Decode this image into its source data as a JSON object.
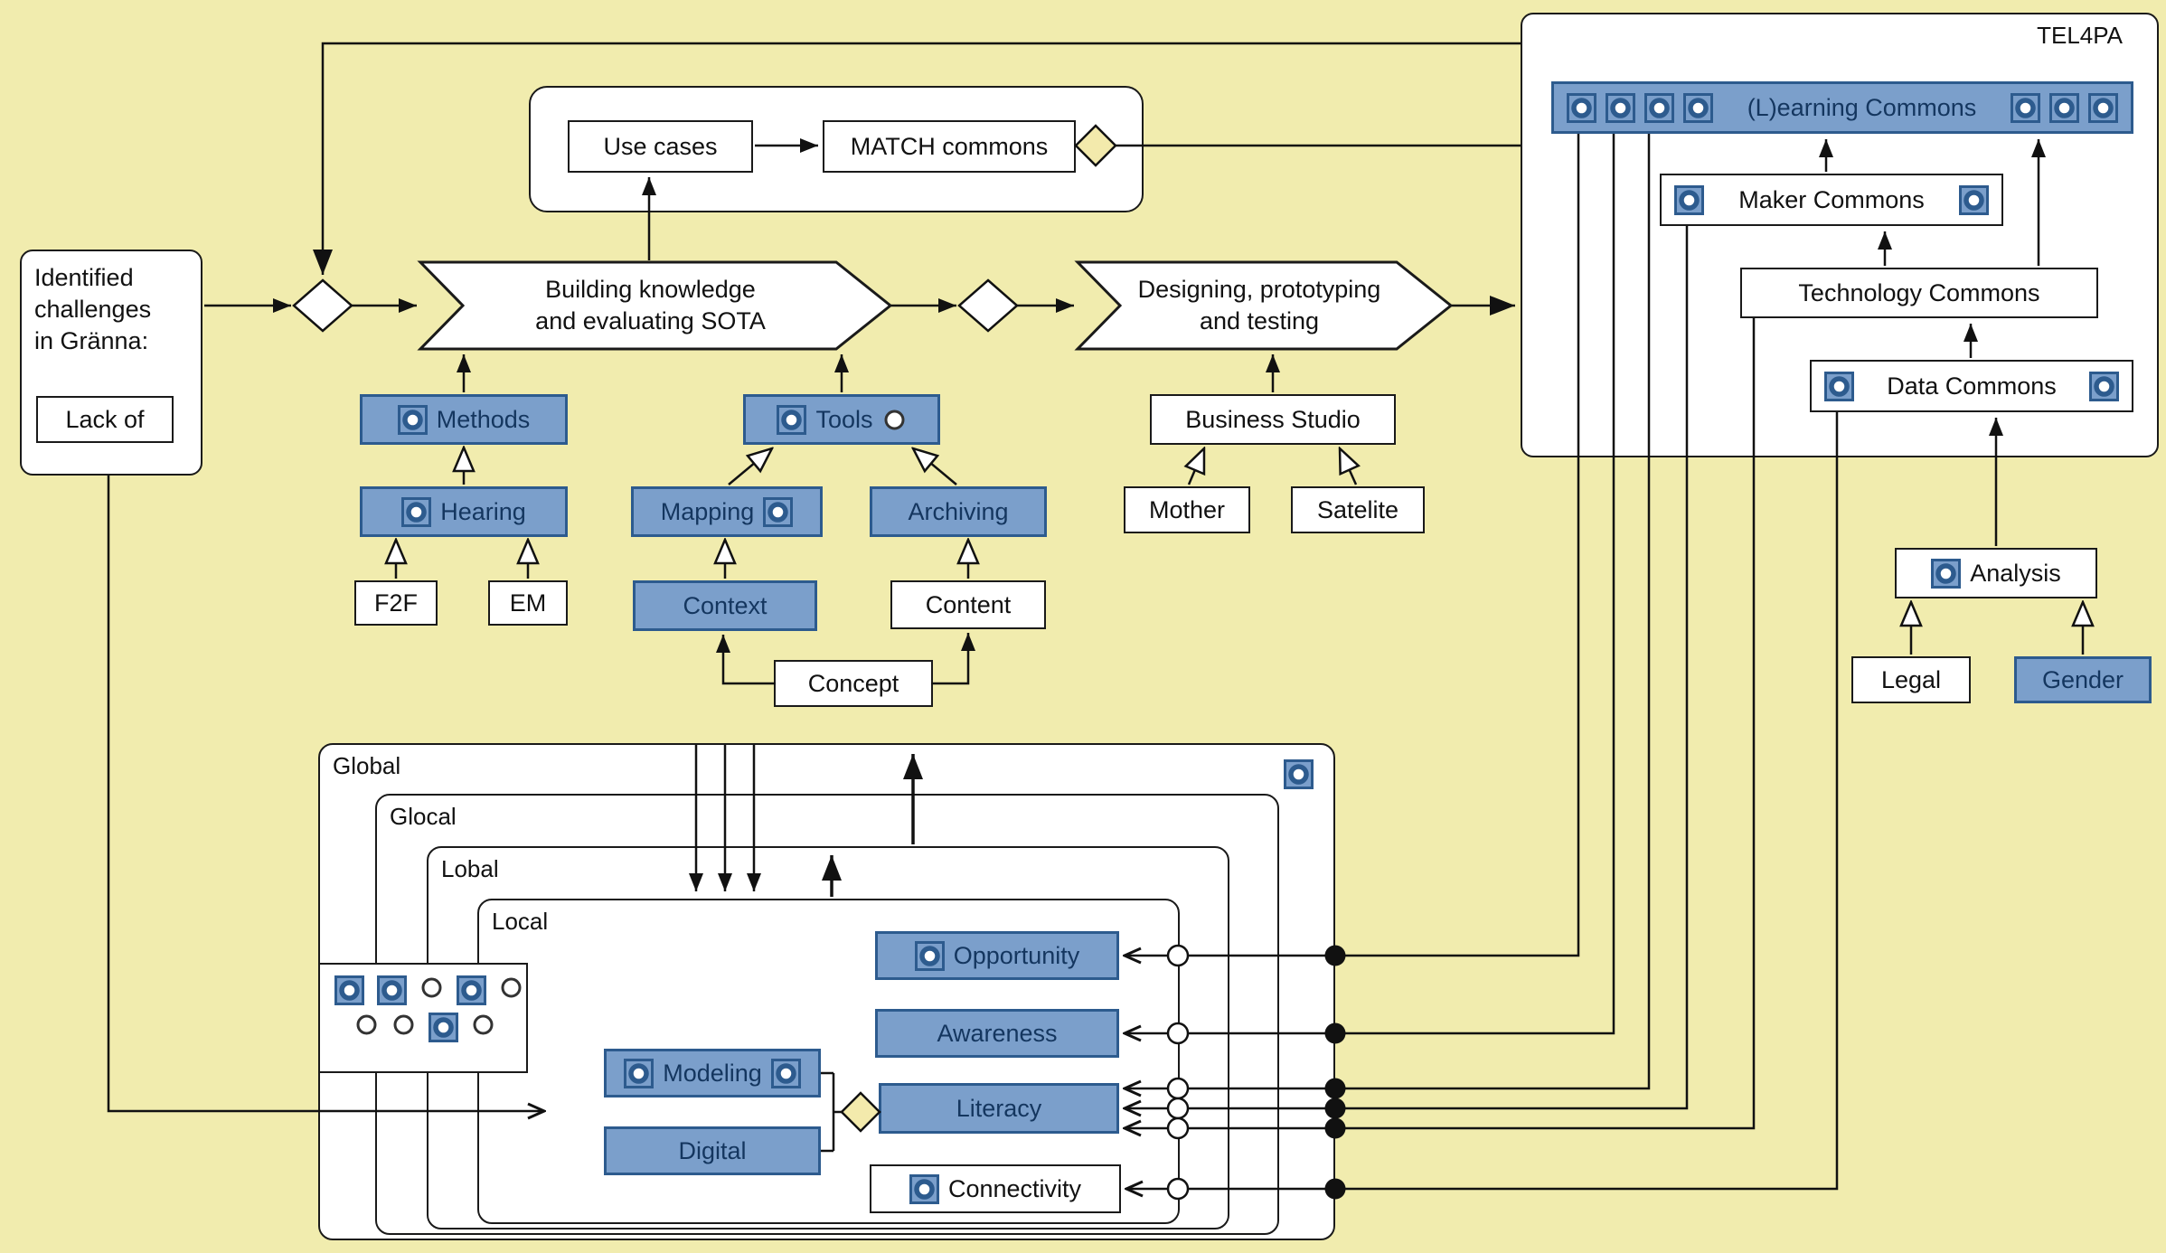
{
  "colors": {
    "background": "#F1ECAE",
    "node_blue_fill": "#7B9FCB",
    "node_blue_border": "#2D5B8E",
    "node_blue_text": "#14365F",
    "line": "#111111",
    "diamond_yellow": "#F3EAAC",
    "port_blue": "#2D5B8E"
  },
  "tel4pa": {
    "label": "TEL4PA",
    "learning_commons": "(L)earning Commons",
    "maker_commons": "Maker Commons",
    "technology_commons": "Technology Commons",
    "data_commons": "Data Commons"
  },
  "match_group": {
    "use_cases": "Use cases",
    "match_commons": "MATCH commons"
  },
  "challenges": {
    "line1": "Identified",
    "line2": "challenges",
    "line3": "in Gränna:",
    "lack_of": "Lack of"
  },
  "process": {
    "building_line1": "Building knowledge",
    "building_line2": "and evaluating SOTA",
    "designing_line1": "Designing, prototyping",
    "designing_line2": "and testing"
  },
  "knowledge": {
    "methods": "Methods",
    "hearing": "Hearing",
    "f2f": "F2F",
    "em": "EM",
    "tools": "Tools",
    "mapping": "Mapping",
    "archiving": "Archiving",
    "context": "Context",
    "content": "Content",
    "concept": "Concept"
  },
  "designing": {
    "business_studio": "Business Studio",
    "mother": "Mother",
    "satelite": "Satelite"
  },
  "analysis": {
    "analysis": "Analysis",
    "legal": "Legal",
    "gender": "Gender"
  },
  "scopes": {
    "global": "Global",
    "glocal": "Glocal",
    "lobal": "Lobal",
    "local": "Local"
  },
  "local_items": {
    "opportunity": "Opportunity",
    "awareness": "Awareness",
    "literacy": "Literacy",
    "connectivity": "Connectivity",
    "modeling": "Modeling",
    "digital": "Digital"
  },
  "cluster": {
    "top": [
      "blue",
      "blue",
      "white",
      "blue",
      "white"
    ],
    "bottom": [
      "white",
      "white",
      "blue",
      "white"
    ]
  }
}
